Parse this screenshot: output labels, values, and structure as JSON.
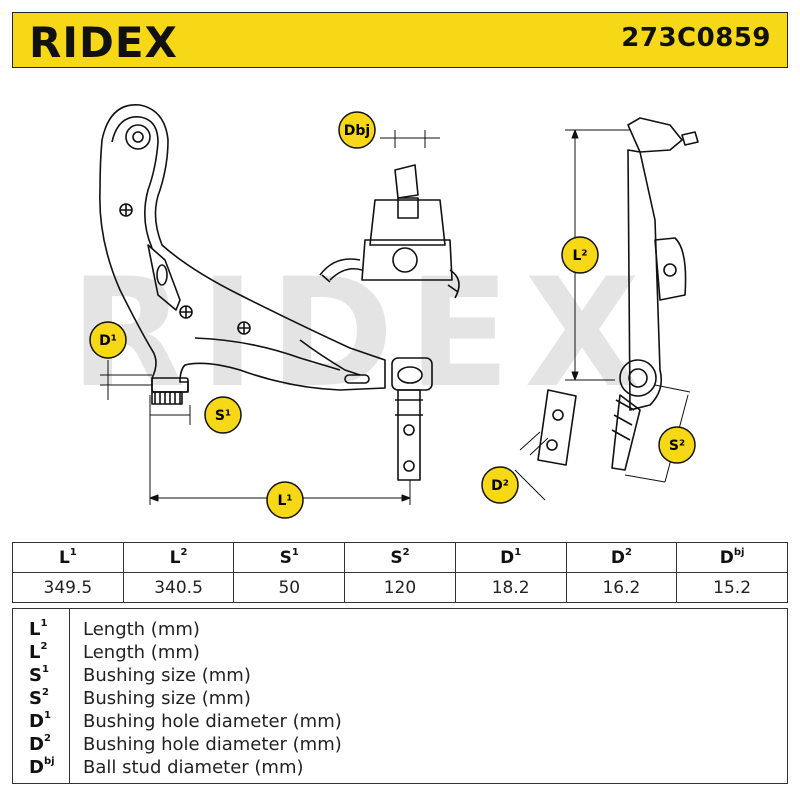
{
  "header": {
    "brand": "RIDEX",
    "part_number": "273C0859",
    "brand_color": "#f6d816"
  },
  "watermark": "RIDEX",
  "labels": {
    "L1": "L¹",
    "L2": "L²",
    "S1": "S¹",
    "S2": "S²",
    "D1": "D¹",
    "D2": "D²",
    "Dbj": "Dbj"
  },
  "specs": {
    "headers": [
      {
        "code": "L",
        "sup": "1"
      },
      {
        "code": "L",
        "sup": "2"
      },
      {
        "code": "S",
        "sup": "1"
      },
      {
        "code": "S",
        "sup": "2"
      },
      {
        "code": "D",
        "sup": "1"
      },
      {
        "code": "D",
        "sup": "2"
      },
      {
        "code": "D",
        "sup": "bj"
      }
    ],
    "values": [
      "349.5",
      "340.5",
      "50",
      "120",
      "18.2",
      "16.2",
      "15.2"
    ]
  },
  "legend": [
    {
      "code": "L",
      "sup": "1",
      "desc": "Length (mm)"
    },
    {
      "code": "L",
      "sup": "2",
      "desc": "Length (mm)"
    },
    {
      "code": "S",
      "sup": "1",
      "desc": "Bushing size (mm)"
    },
    {
      "code": "S",
      "sup": "2",
      "desc": "Bushing size (mm)"
    },
    {
      "code": "D",
      "sup": "1",
      "desc": "Bushing hole diameter (mm)"
    },
    {
      "code": "D",
      "sup": "2",
      "desc": "Bushing hole diameter (mm)"
    },
    {
      "code": "D",
      "sup": "bj",
      "desc": "Ball stud diameter (mm)"
    }
  ]
}
